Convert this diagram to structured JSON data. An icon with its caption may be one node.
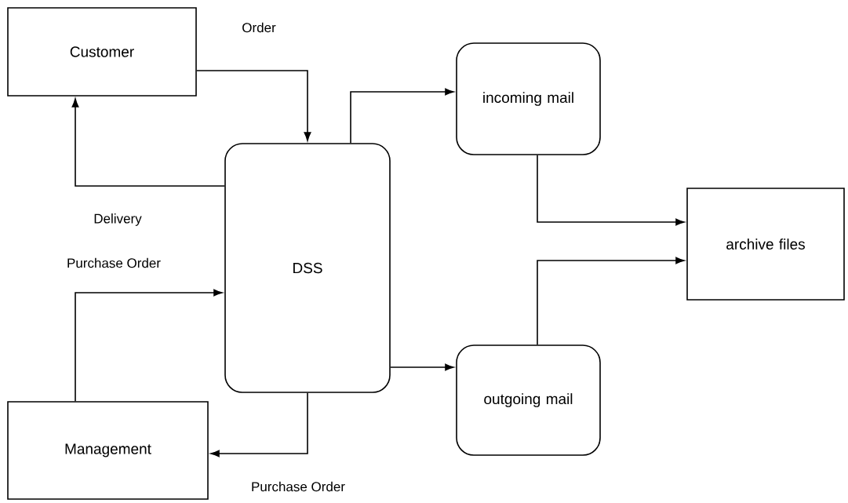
{
  "diagram": {
    "nodes": [
      {
        "text": [
          "Customer"
        ]
      },
      {
        "text": [
          "DSS"
        ]
      },
      {
        "text": [
          "incoming mail"
        ]
      },
      {
        "text": [
          "outgoing mail"
        ]
      },
      {
        "text": [
          "archive files"
        ]
      },
      {
        "text": [
          "Management"
        ]
      }
    ],
    "edges": [
      {
        "from": 0,
        "to": 1,
        "arrow": "to",
        "label": "Order"
      },
      {
        "from": 1,
        "to": 0,
        "arrow": "to",
        "label": "Delivery"
      },
      {
        "from": 5,
        "to": 1,
        "arrow": "to",
        "label": "Purchase Order"
      },
      {
        "from": 1,
        "to": 5,
        "arrow": "to",
        "label": "Purchase Order"
      },
      {
        "from": 1,
        "to": 2,
        "arrow": "to"
      },
      {
        "from": 1,
        "to": 3,
        "arrow": "to"
      },
      {
        "from": 2,
        "to": 4,
        "arrow": "to"
      },
      {
        "from": 3,
        "to": 4,
        "arrow": "to"
      }
    ]
  }
}
